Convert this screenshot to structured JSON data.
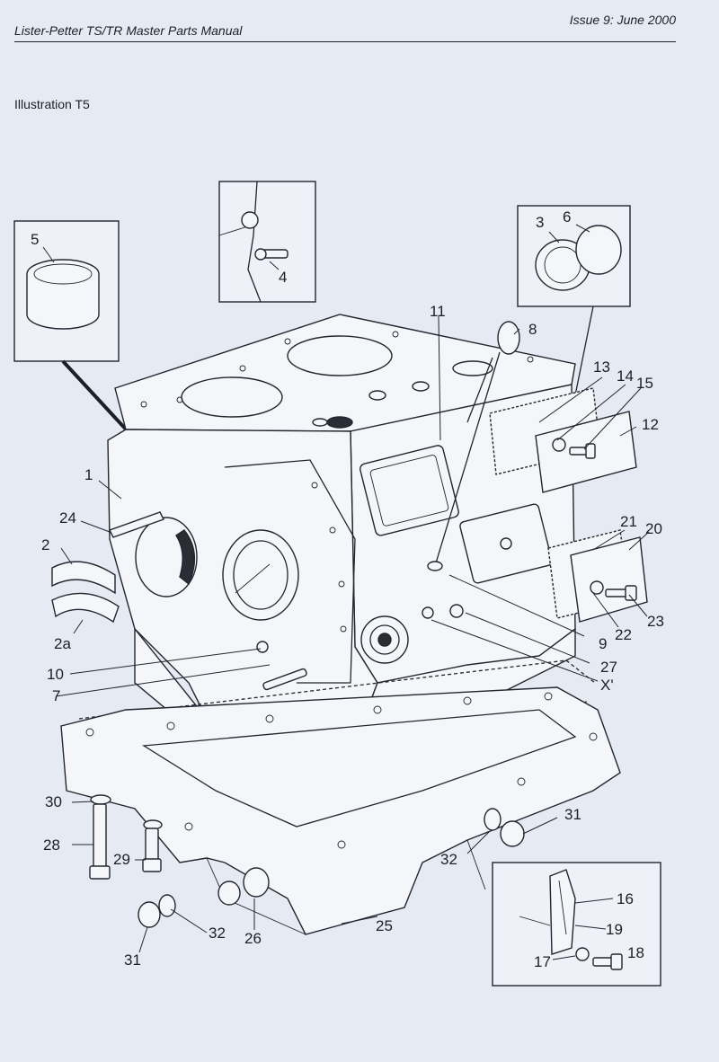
{
  "header": {
    "manual_title": "Lister-Petter TS/TR Master Parts Manual",
    "issue": "Issue 9: June 2000"
  },
  "illustration_label": "Illustration T5",
  "callouts": {
    "c1": "1",
    "c2": "2",
    "c2a": "2a",
    "c3": "3",
    "c4": "4",
    "c5": "5",
    "c6": "6",
    "c7": "7",
    "c8": "8",
    "c9": "9",
    "c10": "10",
    "c11": "11",
    "c12": "12",
    "c13": "13",
    "c14": "14",
    "c15": "15",
    "c16": "16",
    "c17": "17",
    "c18": "18",
    "c19": "19",
    "c20": "20",
    "c21": "21",
    "c22": "22",
    "c23": "23",
    "c24": "24",
    "c25": "25",
    "c26": "26",
    "c27": "27",
    "cX": "X'",
    "c28": "28",
    "c29": "29",
    "c30": "30",
    "c31a": "31",
    "c31b": "31",
    "c32a": "32",
    "c32b": "32"
  }
}
